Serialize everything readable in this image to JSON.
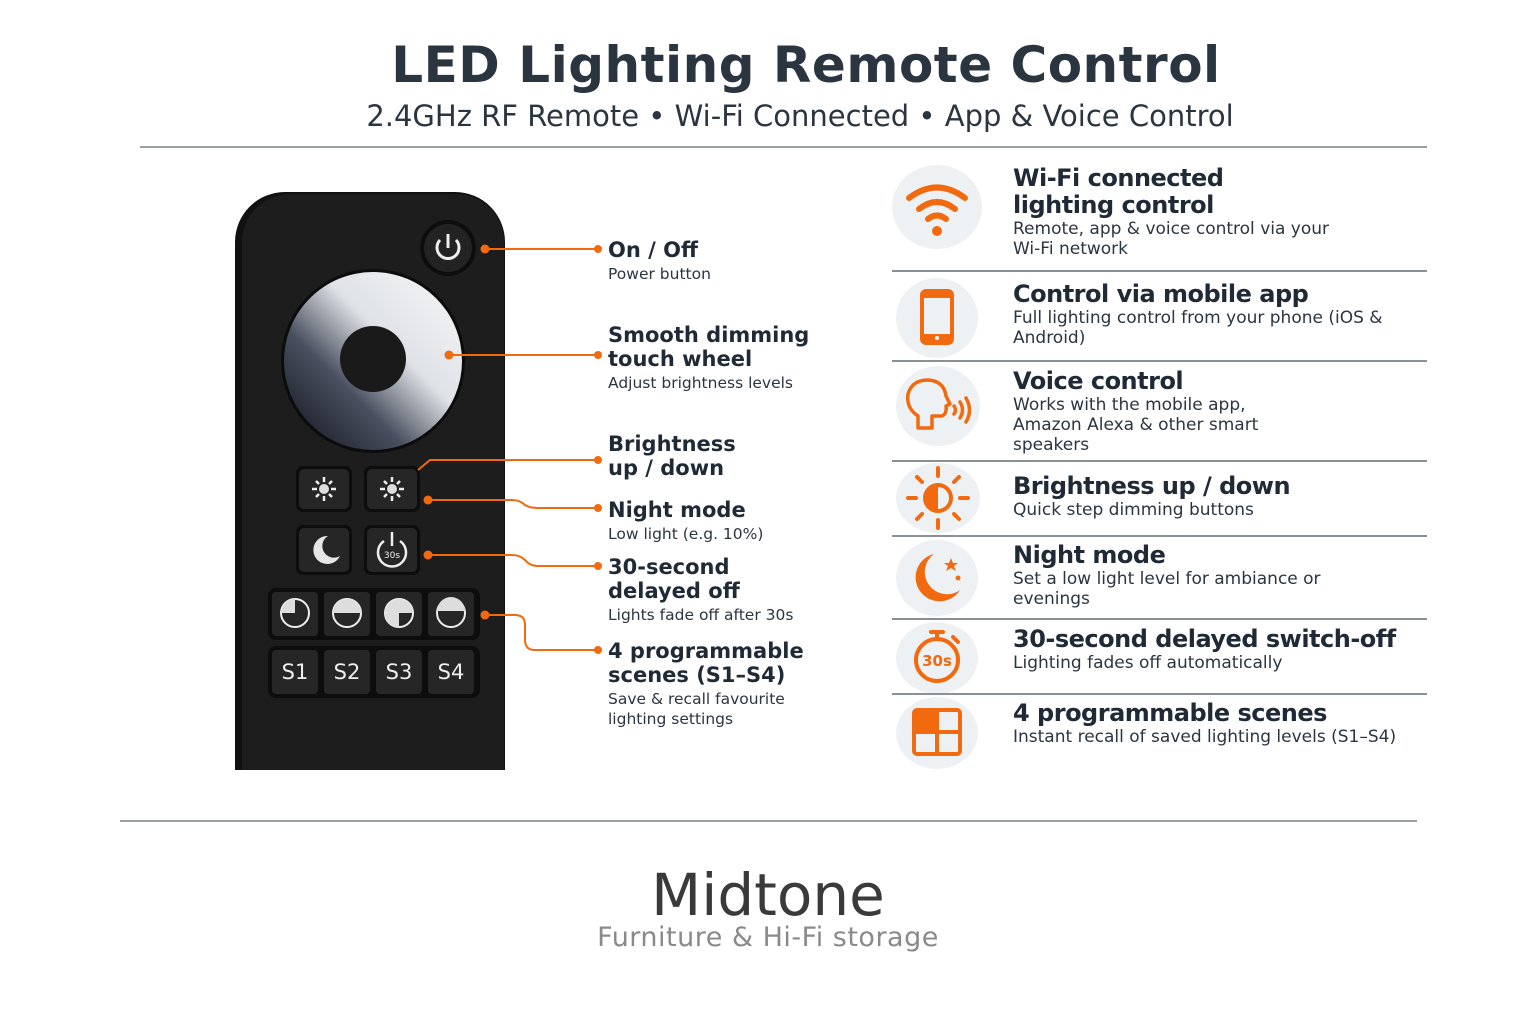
{
  "header": {
    "title": "LED Lighting Remote Control",
    "subtitle": "2.4GHz RF Remote • Wi-Fi Connected • App & Voice Control"
  },
  "colors": {
    "accent": "#f26a0f",
    "text": "#1f2a36",
    "remote": "#1c1c1c",
    "icon_bg": "#eef1f4"
  },
  "remote": {
    "timer_label": "30s",
    "scene_buttons": [
      "S1",
      "S2",
      "S3",
      "S4"
    ]
  },
  "callouts": [
    {
      "title": "On / Off",
      "desc": "Power button"
    },
    {
      "title": "Smooth dimming touch wheel",
      "desc": "Adjust brightness levels"
    },
    {
      "title": "Brightness up / down",
      "desc": ""
    },
    {
      "title": "Night mode",
      "desc": "Low light (e.g. 10%)"
    },
    {
      "title": "30-second delayed off",
      "desc": "Lights fade off after 30s"
    },
    {
      "title": "4 programmable scenes (S1–S4)",
      "desc": "Save & recall favourite lighting settings"
    }
  ],
  "features": [
    {
      "icon": "wifi-icon",
      "title": "Wi-Fi connected lighting control",
      "desc": "Remote, app & voice control via your Wi-Fi network"
    },
    {
      "icon": "smartphone-icon",
      "title": "Control via mobile app",
      "desc": "Full lighting control from your phone (iOS & Android)"
    },
    {
      "icon": "voice-icon",
      "title": "Voice control",
      "desc": "Works with the mobile app, Amazon Alexa & other smart speakers"
    },
    {
      "icon": "brightness-icon",
      "title": "Brightness up / down",
      "desc": "Quick step dimming buttons"
    },
    {
      "icon": "moon-icon",
      "title": "Night mode",
      "desc": "Set a low light level for ambiance or evenings"
    },
    {
      "icon": "timer-icon",
      "title": "30-second delayed switch-off",
      "desc": "Lighting fades off automatically",
      "icon_text": "30s"
    },
    {
      "icon": "scenes-grid-icon",
      "title": "4 programmable scenes",
      "desc": "Instant recall of saved lighting levels (S1–S4)"
    }
  ],
  "footer": {
    "brand": "Midtone",
    "tagline": "Furniture & Hi-Fi storage"
  }
}
